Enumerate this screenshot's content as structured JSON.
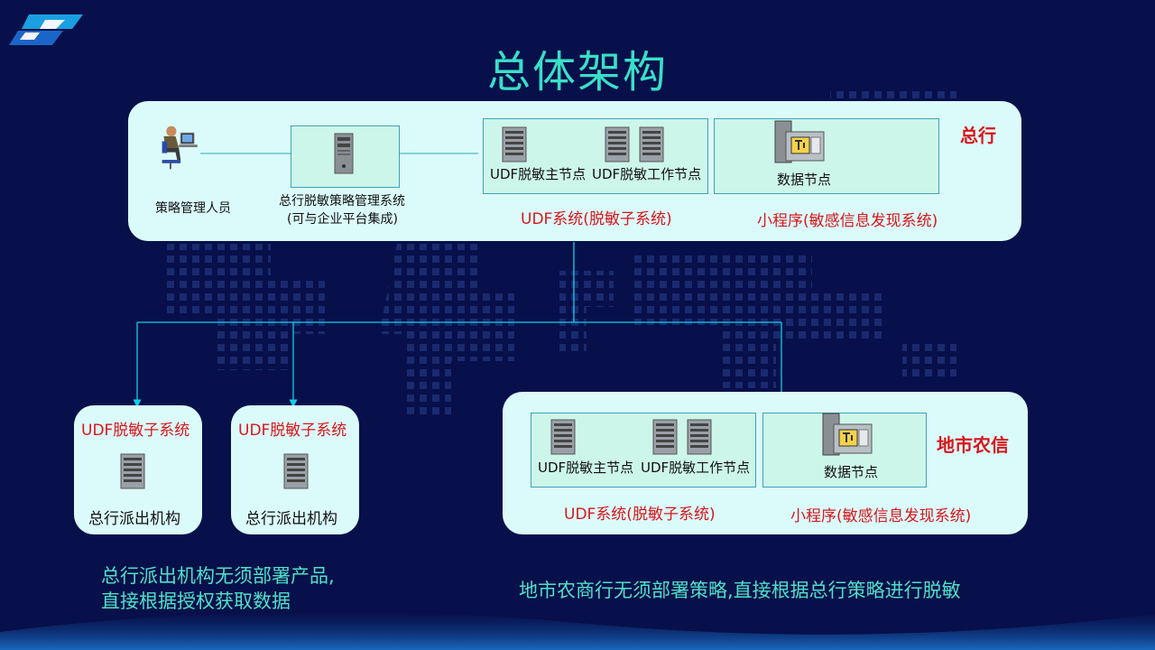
{
  "title": "总体架构",
  "hq": {
    "label": "总行",
    "admin_label": "策略管理人员",
    "mgmt_system_line1": "总行脱敏策略管理系统",
    "mgmt_system_line2": "(可与企业平台集成)",
    "udf_main_node": "UDF脱敏主节点",
    "udf_work_node": "UDF脱敏工作节点",
    "udf_system": "UDF系统(脱敏子系统)",
    "data_node": "数据节点",
    "mini_program": "小程序(敏感信息发现系统)"
  },
  "branches": [
    {
      "subsystem": "UDF脱敏子系统",
      "label": "总行派出机构"
    },
    {
      "subsystem": "UDF脱敏子系统",
      "label": "总行派出机构"
    }
  ],
  "local": {
    "label": "地市农信",
    "udf_main_node": "UDF脱敏主节点",
    "udf_work_node": "UDF脱敏工作节点",
    "udf_system": "UDF系统(脱敏子系统)",
    "data_node": "数据节点",
    "mini_program": "小程序(敏感信息发现系统)"
  },
  "captions": {
    "branch_line1": "总行派出机构无须部署产品,",
    "branch_line2": "直接根据授权获取数据",
    "local": "地市农商行无须部署策略,直接根据总行策略进行脱敏"
  },
  "colors": {
    "background": "#07104a",
    "panel": "#dbfbfb",
    "title": "#38e0c8",
    "emphasis": "#d9161b",
    "connector": "#0fd0e8"
  }
}
